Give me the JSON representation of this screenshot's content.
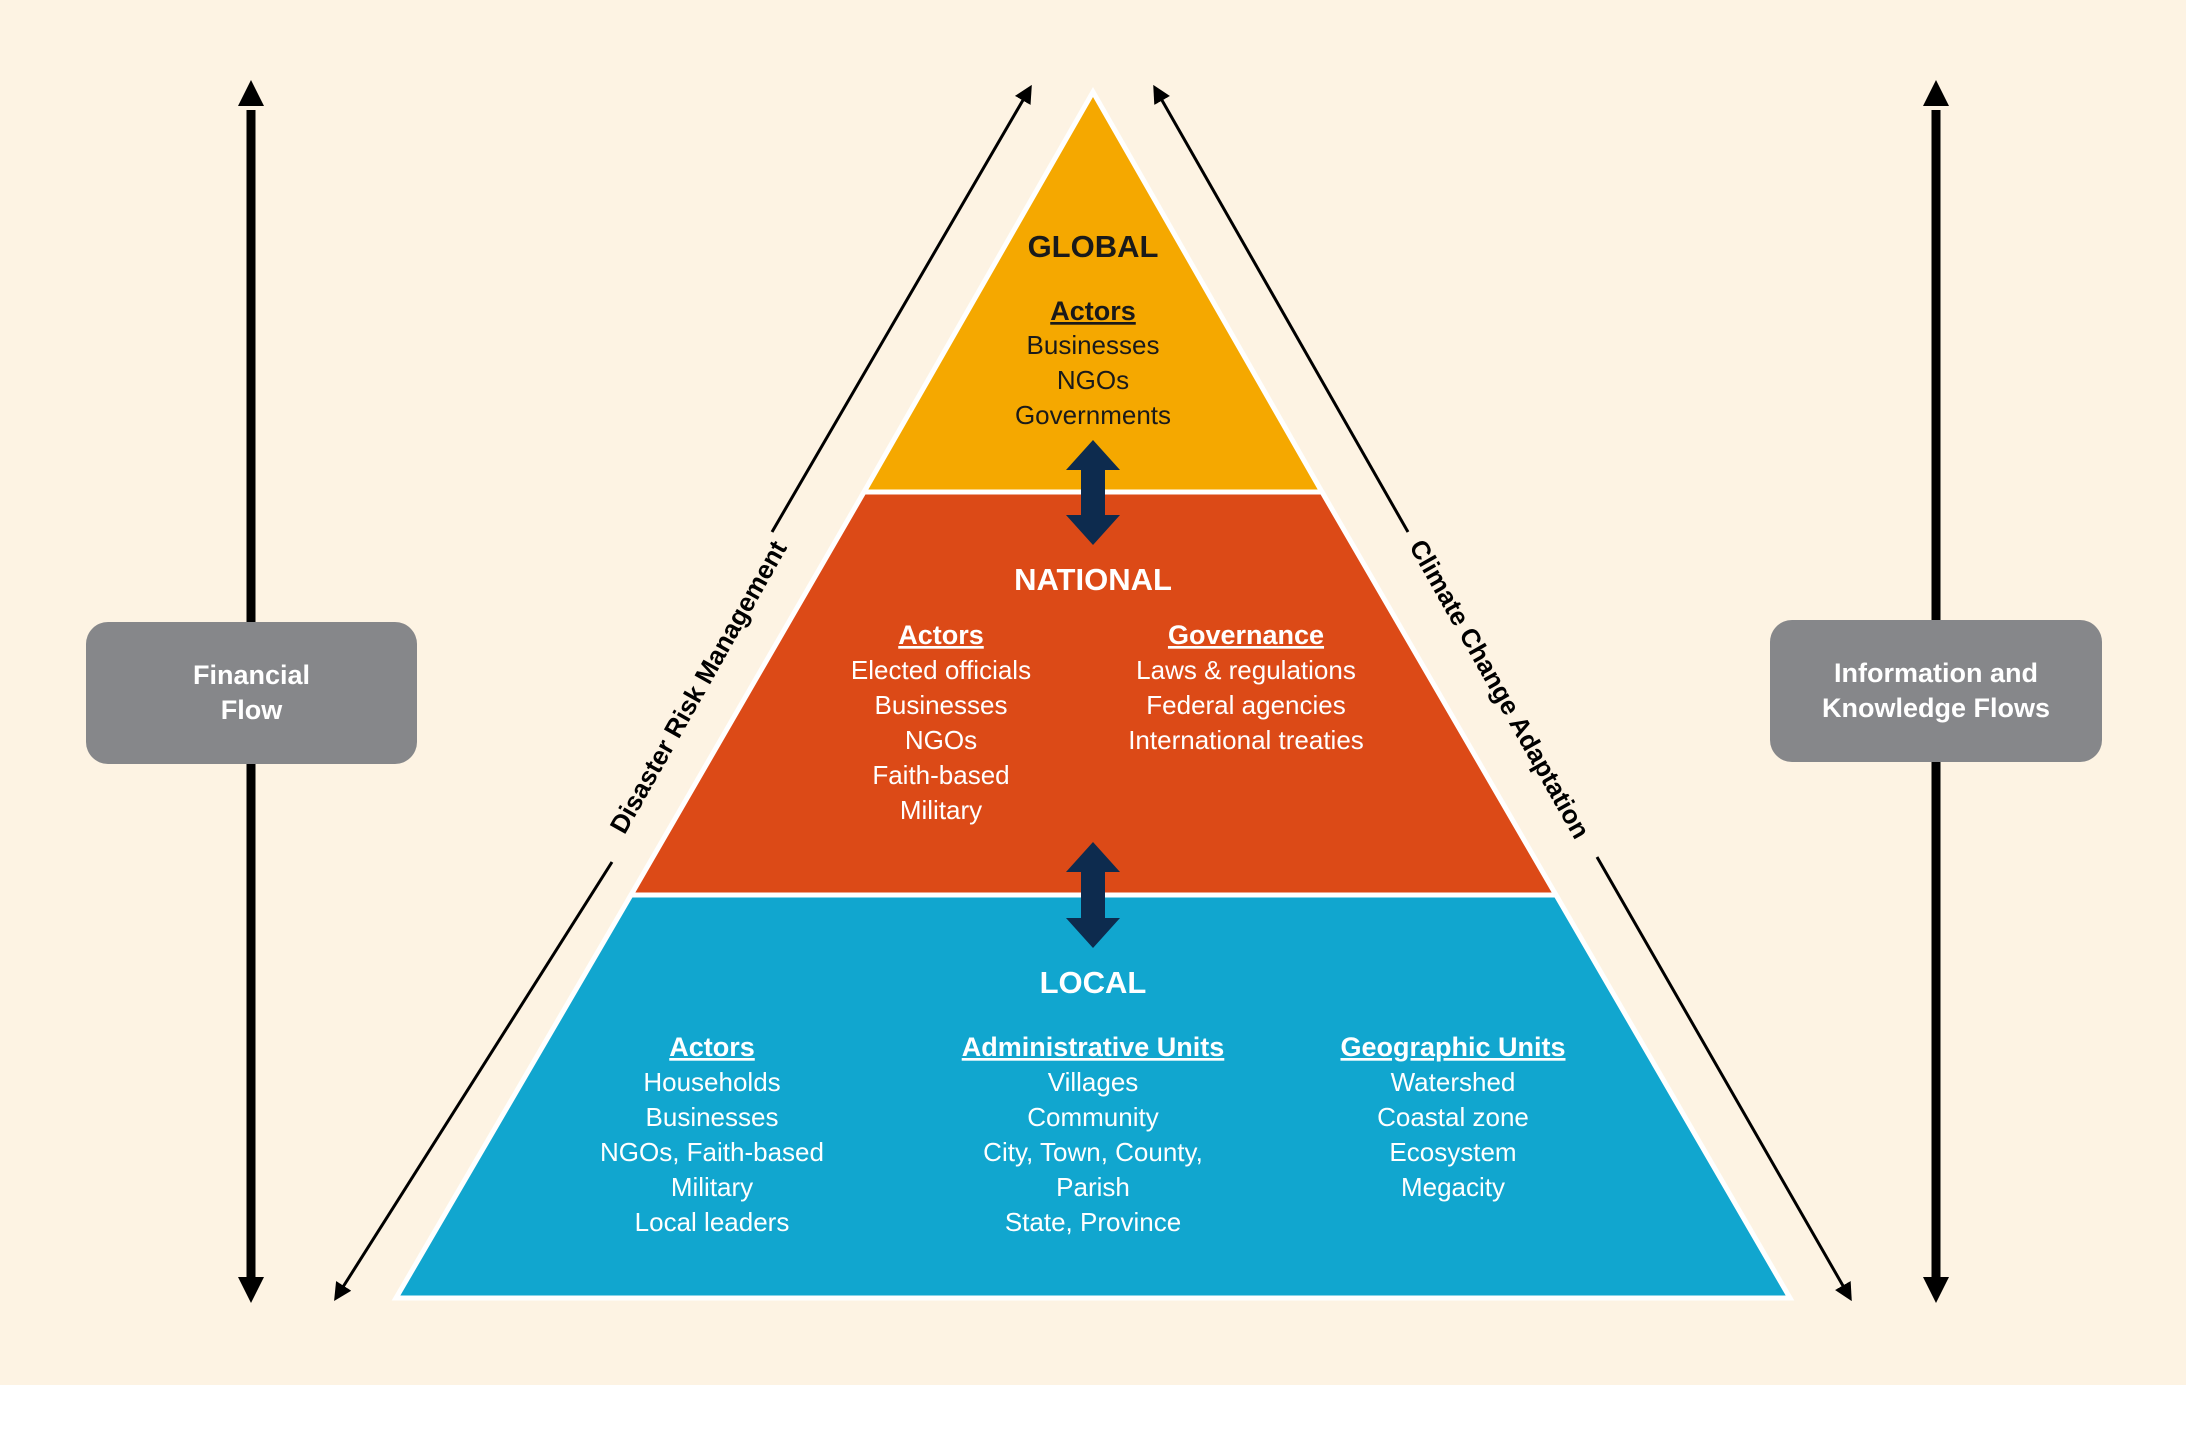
{
  "colors": {
    "background": "#fdf3e3",
    "footer": "#ffffff",
    "global": "#f5a800",
    "national": "#dc4a17",
    "local": "#11a6cf",
    "arrow": "#0d2b4e",
    "box": "#86878a",
    "line": "#000000"
  },
  "global": {
    "title": "GLOBAL",
    "actors_heading": "Actors",
    "actors": [
      "Businesses",
      "NGOs",
      "Governments"
    ]
  },
  "national": {
    "title": "NATIONAL",
    "actors_heading": "Actors",
    "actors": [
      "Elected officials",
      "Businesses",
      "NGOs",
      "Faith-based",
      "Military"
    ],
    "governance_heading": "Governance",
    "governance": [
      "Laws & regulations",
      "Federal agencies",
      "International treaties"
    ]
  },
  "local": {
    "title": "LOCAL",
    "actors_heading": "Actors",
    "actors": [
      "Households",
      "Businesses",
      "NGOs, Faith-based",
      "Military",
      "Local leaders"
    ],
    "admin_heading": "Administrative Units",
    "admin": [
      "Villages",
      "Community",
      "City, Town, County,",
      "Parish",
      "State, Province"
    ],
    "geo_heading": "Geographic Units",
    "geo": [
      "Watershed",
      "Coastal zone",
      "Ecosystem",
      "Megacity"
    ]
  },
  "left_diagonal_label": "Disaster Risk Management",
  "right_diagonal_label": "Climate Change Adaptation",
  "left_box_label": "Financial\nFlow",
  "right_box_label": "Information and\nKnowledge Flows"
}
